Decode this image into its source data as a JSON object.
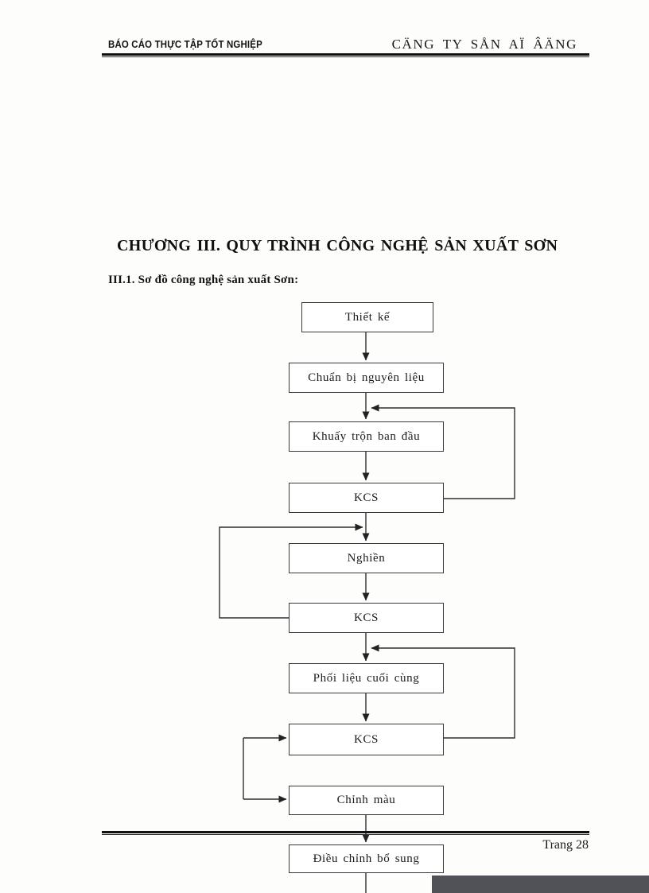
{
  "header": {
    "left": "BÁO CÁO THỰC TẬP TỐT NGHIỆP",
    "right": "CÄNG TY SÅN AÏ ÂÄNG"
  },
  "title": "CHƯƠNG III. QUY TRÌNH CÔNG NGHỆ SẢN XUẤT SƠN",
  "section_heading": "III.1. Sơ đồ công nghệ sản xuất Sơn:",
  "flowchart": {
    "boxes": [
      {
        "label": "Thiết kế"
      },
      {
        "label": "Chuẩn bị nguyên liệu"
      },
      {
        "label": "Khuấy trộn ban đầu"
      },
      {
        "label": "KCS"
      },
      {
        "label": "Nghiền"
      },
      {
        "label": "KCS"
      },
      {
        "label": "Phối liệu cuối cùng"
      },
      {
        "label": "KCS"
      },
      {
        "label": "Chỉnh màu"
      },
      {
        "label": "Điều chỉnh bổ sung"
      }
    ]
  },
  "footer": {
    "page_label": "Trang 28"
  },
  "colors": {
    "ink": "#1d1d1d",
    "line": "#2b2b2b",
    "bottom_bar": "#515257",
    "paper": "#fdfdfc"
  }
}
